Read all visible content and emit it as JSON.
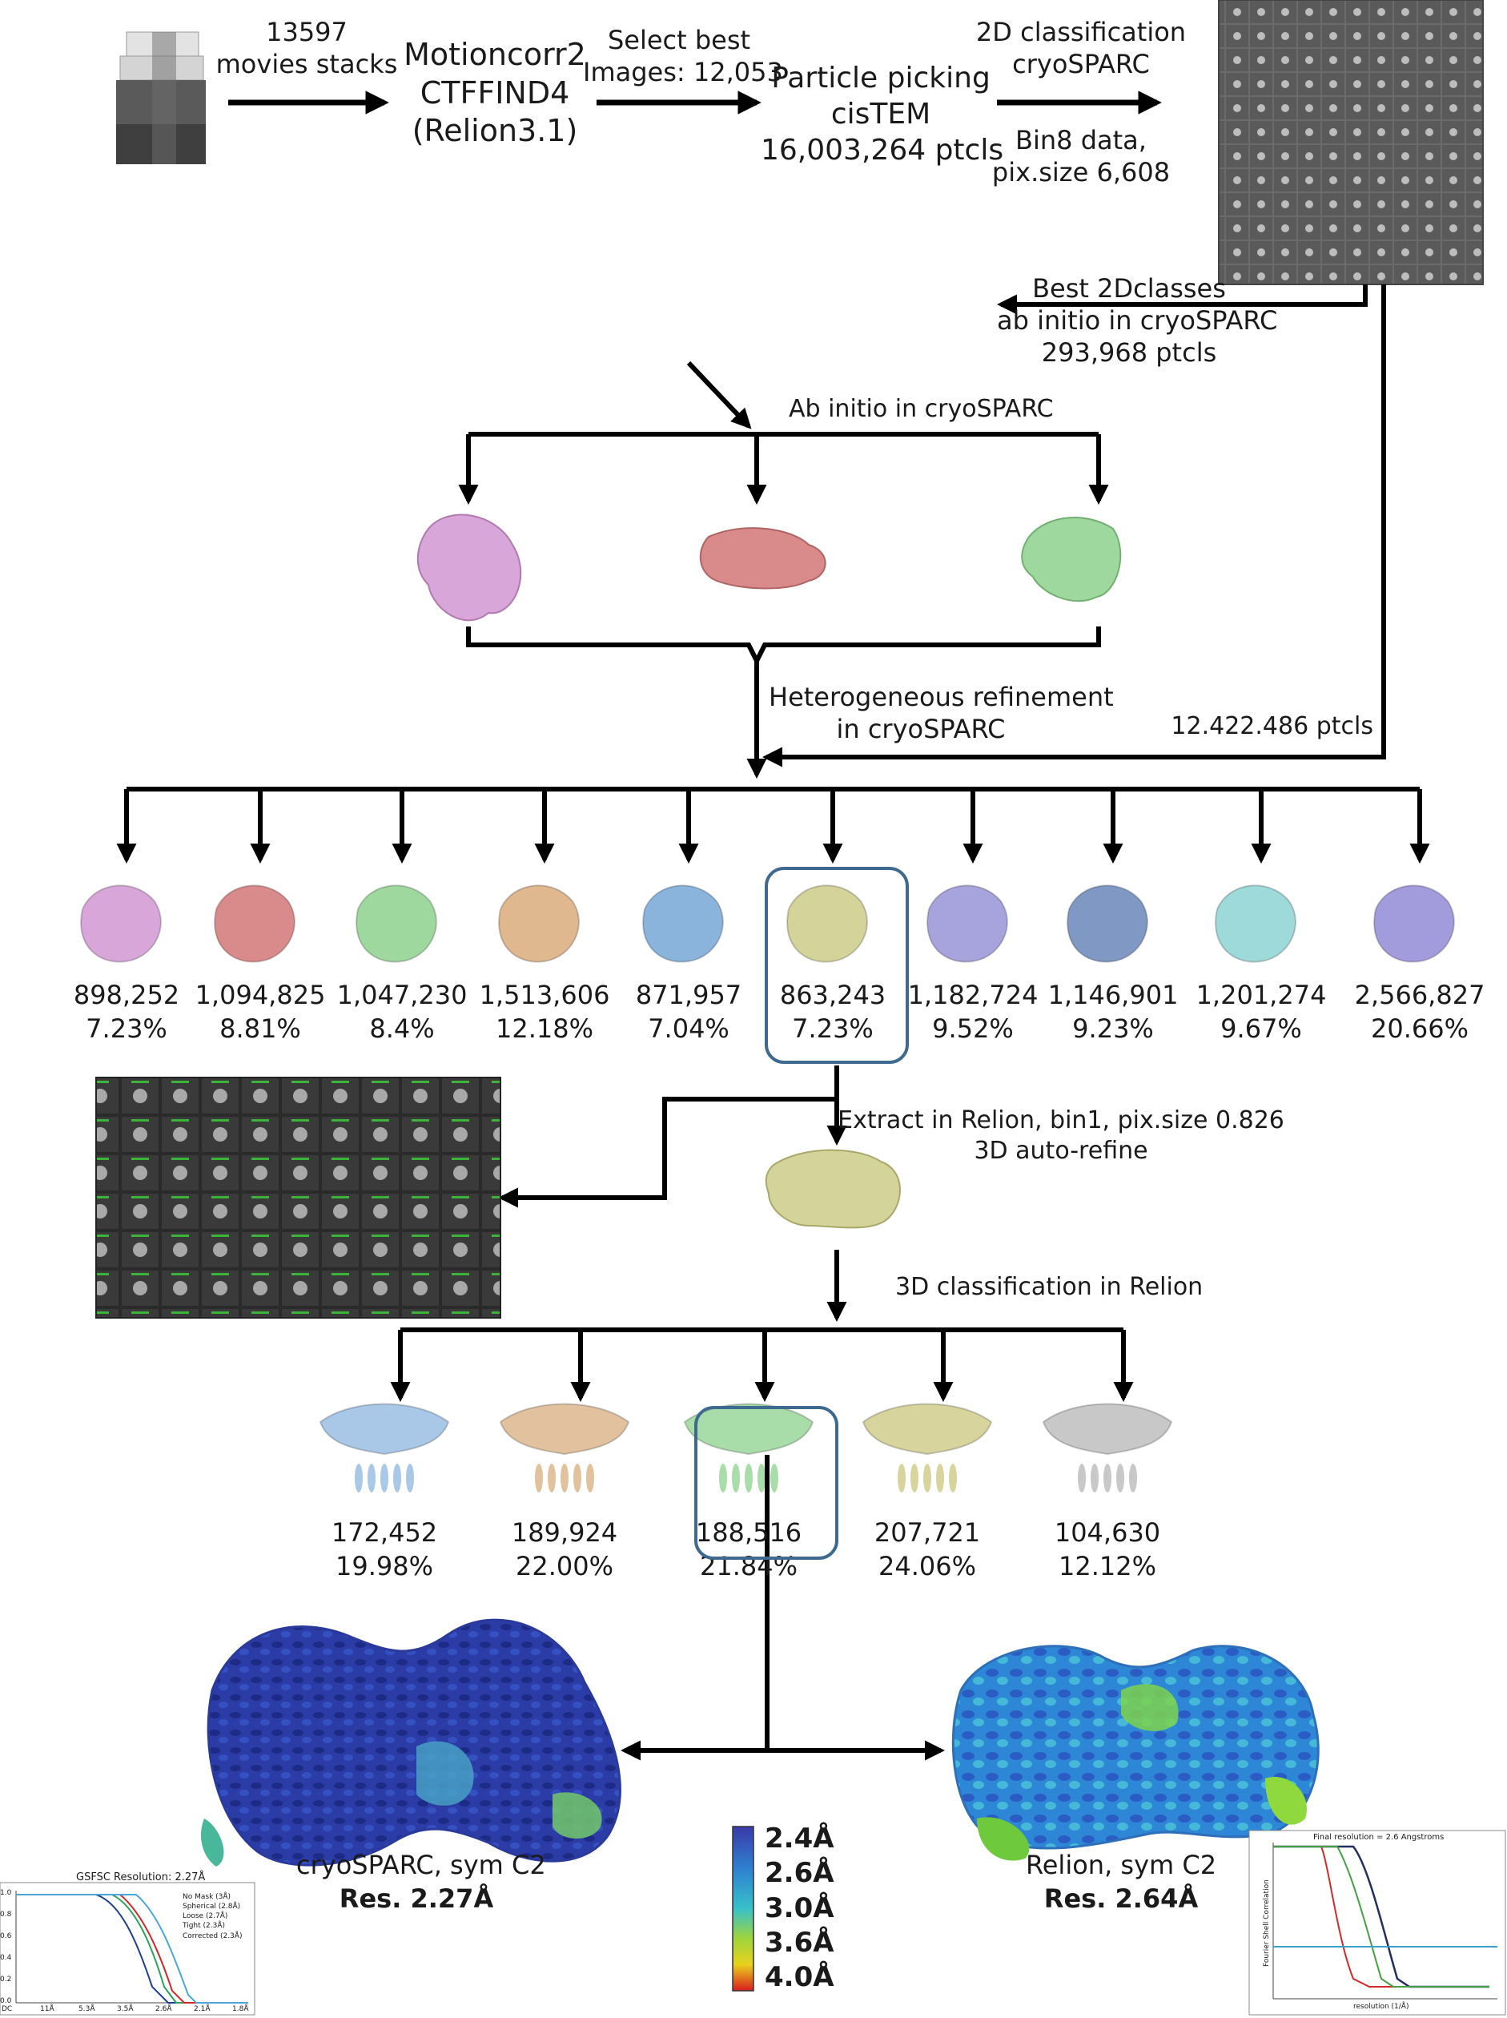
{
  "steps": {
    "movies": "13597\nmovies stacks",
    "preprocess": "Motioncorr2\nCTFFIND4\n(Relion3.1)",
    "select_best": "Select best\nImages: 12,053",
    "picking": "Particle picking\ncisTEM\n16,003,264 ptcls",
    "class2d_top": "2D classification\ncryoSPARC",
    "class2d_bottom": "Bin8 data,\npix.size 6,608",
    "best2d": "Best 2Dclasses\nab initio in cryoSPARC\n293,968 ptcls",
    "abinitio": "Ab initio in cryoSPARC",
    "hetero": "Heterogeneous refinement\nin cryoSPARC",
    "ptcls_total": "12.422.486 ptcls",
    "extract": "Extract in Relion, bin1, pix.size 0.826\n3D auto-refine",
    "class3d": "3D classification in Relion"
  },
  "hetero_classes": [
    {
      "count": "898,252",
      "pct": "7.23%",
      "color": "#d8a6d8"
    },
    {
      "count": "1,094,825",
      "pct": "8.81%",
      "color": "#d98a8a"
    },
    {
      "count": "1,047,230",
      "pct": "8.4%",
      "color": "#9fd89f"
    },
    {
      "count": "1,513,606",
      "pct": "12.18%",
      "color": "#e0b88f"
    },
    {
      "count": "871,957",
      "pct": "7.04%",
      "color": "#8ab4dc"
    },
    {
      "count": "863,243",
      "pct": "7.23%",
      "color": "#d3d39a"
    },
    {
      "count": "1,182,724",
      "pct": "9.52%",
      "color": "#a7a3dc"
    },
    {
      "count": "1,146,901",
      "pct": "9.23%",
      "color": "#7f98c4"
    },
    {
      "count": "1,201,274",
      "pct": "9.67%",
      "color": "#9fdada"
    },
    {
      "count": "2,566,827",
      "pct": "20.66%",
      "color": "#a29cdc"
    }
  ],
  "relion_classes": [
    {
      "count": "172,452",
      "pct": "19.98%",
      "color": "#a9c8e8"
    },
    {
      "count": "189,924",
      "pct": "22.00%",
      "color": "#e2c29e"
    },
    {
      "count": "188,516",
      "pct": "21.84%",
      "color": "#a8dca8"
    },
    {
      "count": "207,721",
      "pct": "24.06%",
      "color": "#d8d49e"
    },
    {
      "count": "104,630",
      "pct": "12.12%",
      "color": "#c8c8c8"
    }
  ],
  "results": {
    "left_title": "cryoSPARC, sym C2",
    "left_res": "Res. 2.27Å",
    "right_title": "Relion, sym C2",
    "right_res": "Res. 2.64Å"
  },
  "legend": [
    "2.4Å",
    "2.6Å",
    "3.0Å",
    "3.6Å",
    "4.0Å"
  ],
  "fsc_left": {
    "title": "GSFSC Resolution: 2.27Å",
    "series": [
      "No Mask (3Å)",
      "Spherical (2.8Å)",
      "Loose (2.7Å)",
      "Tight (2.3Å)",
      "Corrected (2.3Å)"
    ],
    "y_ticks": [
      "1.0",
      "0.8",
      "0.6",
      "0.4",
      "0.2",
      "0.0"
    ],
    "x_ticks": [
      "DC",
      "11Å",
      "5.3Å",
      "3.5Å",
      "2.6Å",
      "2.1Å",
      "1.8Å"
    ]
  },
  "fsc_right": {
    "title": "Final resolution = 2.6 Angstroms",
    "ylabel": "Fourier Shell Correlation",
    "xlabel": "resolution (1/Å)"
  },
  "colors": {
    "arrow": "#000000",
    "highlight": "#3e6a8f",
    "map_blue": "#2f3f9e"
  }
}
